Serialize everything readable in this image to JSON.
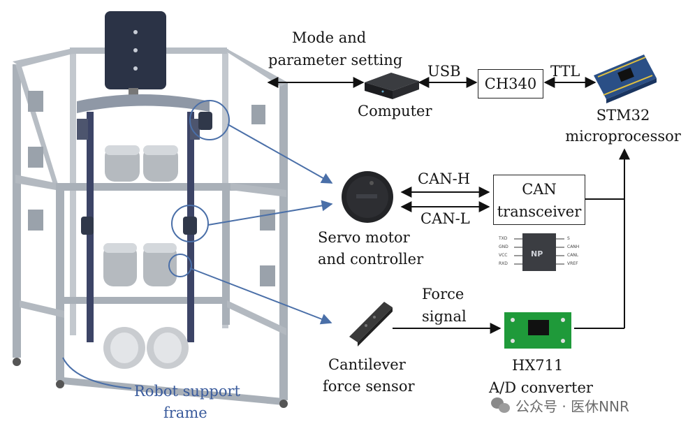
{
  "labels": {
    "mode_setting_line1": "Mode and",
    "mode_setting_line2": "parameter setting",
    "usb": "USB",
    "ttl": "TTL",
    "ch340": "CH340",
    "computer": "Computer",
    "stm32_line1": "STM32",
    "stm32_line2": "microprocessor",
    "can_h": "CAN-H",
    "can_l": "CAN-L",
    "can_transceiver_line1": "CAN",
    "can_transceiver_line2": "transceiver",
    "servo_line1": "Servo motor",
    "servo_line2": "and controller",
    "force_signal_line1": "Force",
    "force_signal_line2": "signal",
    "cantilever_line1": "Cantilever",
    "cantilever_line2": "force sensor",
    "hx711": "HX711",
    "ad_converter": "A/D converter",
    "robot_frame_line1": "Robot support",
    "robot_frame_line2": "frame"
  },
  "chip_pins": {
    "left": [
      "TXD",
      "GND",
      "VCC",
      "RXD"
    ],
    "right": [
      "S",
      "CANH",
      "CANL",
      "VREF"
    ],
    "logo": "NP"
  },
  "watermark": "公众号 · 医休NNR",
  "colors": {
    "frame": "#a9b0b8",
    "callout": "#4a6fa8",
    "pcb_green": "#1f9a3a",
    "board_blue": "#2a4f86"
  }
}
